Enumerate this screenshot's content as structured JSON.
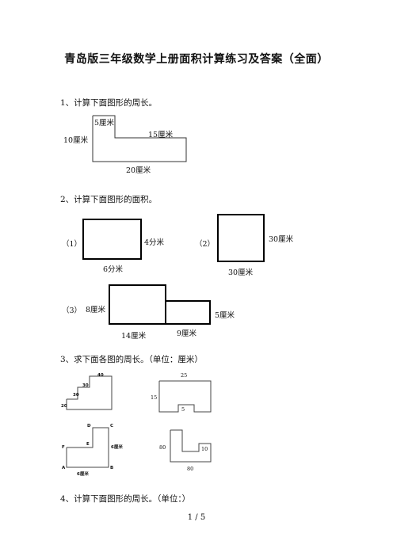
{
  "title": "青岛版三年级数学上册面积计算练习及答案（全面）",
  "q1": {
    "text": "1、计算下面图形的周长。",
    "labels": {
      "top_left": "5厘米",
      "mid": "15厘米",
      "left": "10厘米",
      "bottom": "20厘米"
    }
  },
  "q2": {
    "text": "2、计算下面图形的面积。",
    "p1": {
      "tag": "（1）",
      "side": "4分米",
      "bottom": "6分米"
    },
    "p2": {
      "tag": "（2）",
      "side": "30厘米",
      "bottom": "30厘米"
    },
    "p3": {
      "tag": "（3）",
      "left": "8厘米",
      "right": "5厘米",
      "bottom_left": "14厘米",
      "bottom_right": "9厘米"
    }
  },
  "q3": {
    "text": "3、求下面各图的周长。（单位：厘米）",
    "fig_a": {
      "top": "40",
      "step": "30",
      "left": "20"
    },
    "fig_b": {
      "top": "25",
      "left": "15",
      "notch": "5"
    },
    "fig_c": {
      "D": "D",
      "C": "C",
      "E": "E",
      "F": "F",
      "A": "A",
      "B": "B",
      "right": "6厘米",
      "bottom": "6厘米"
    },
    "fig_d": {
      "left": "80",
      "notch": "10",
      "bottom": "80"
    }
  },
  "q4": {
    "text": "4、计算下面图形的周长。（单位：）"
  },
  "footer": "1  /  5"
}
